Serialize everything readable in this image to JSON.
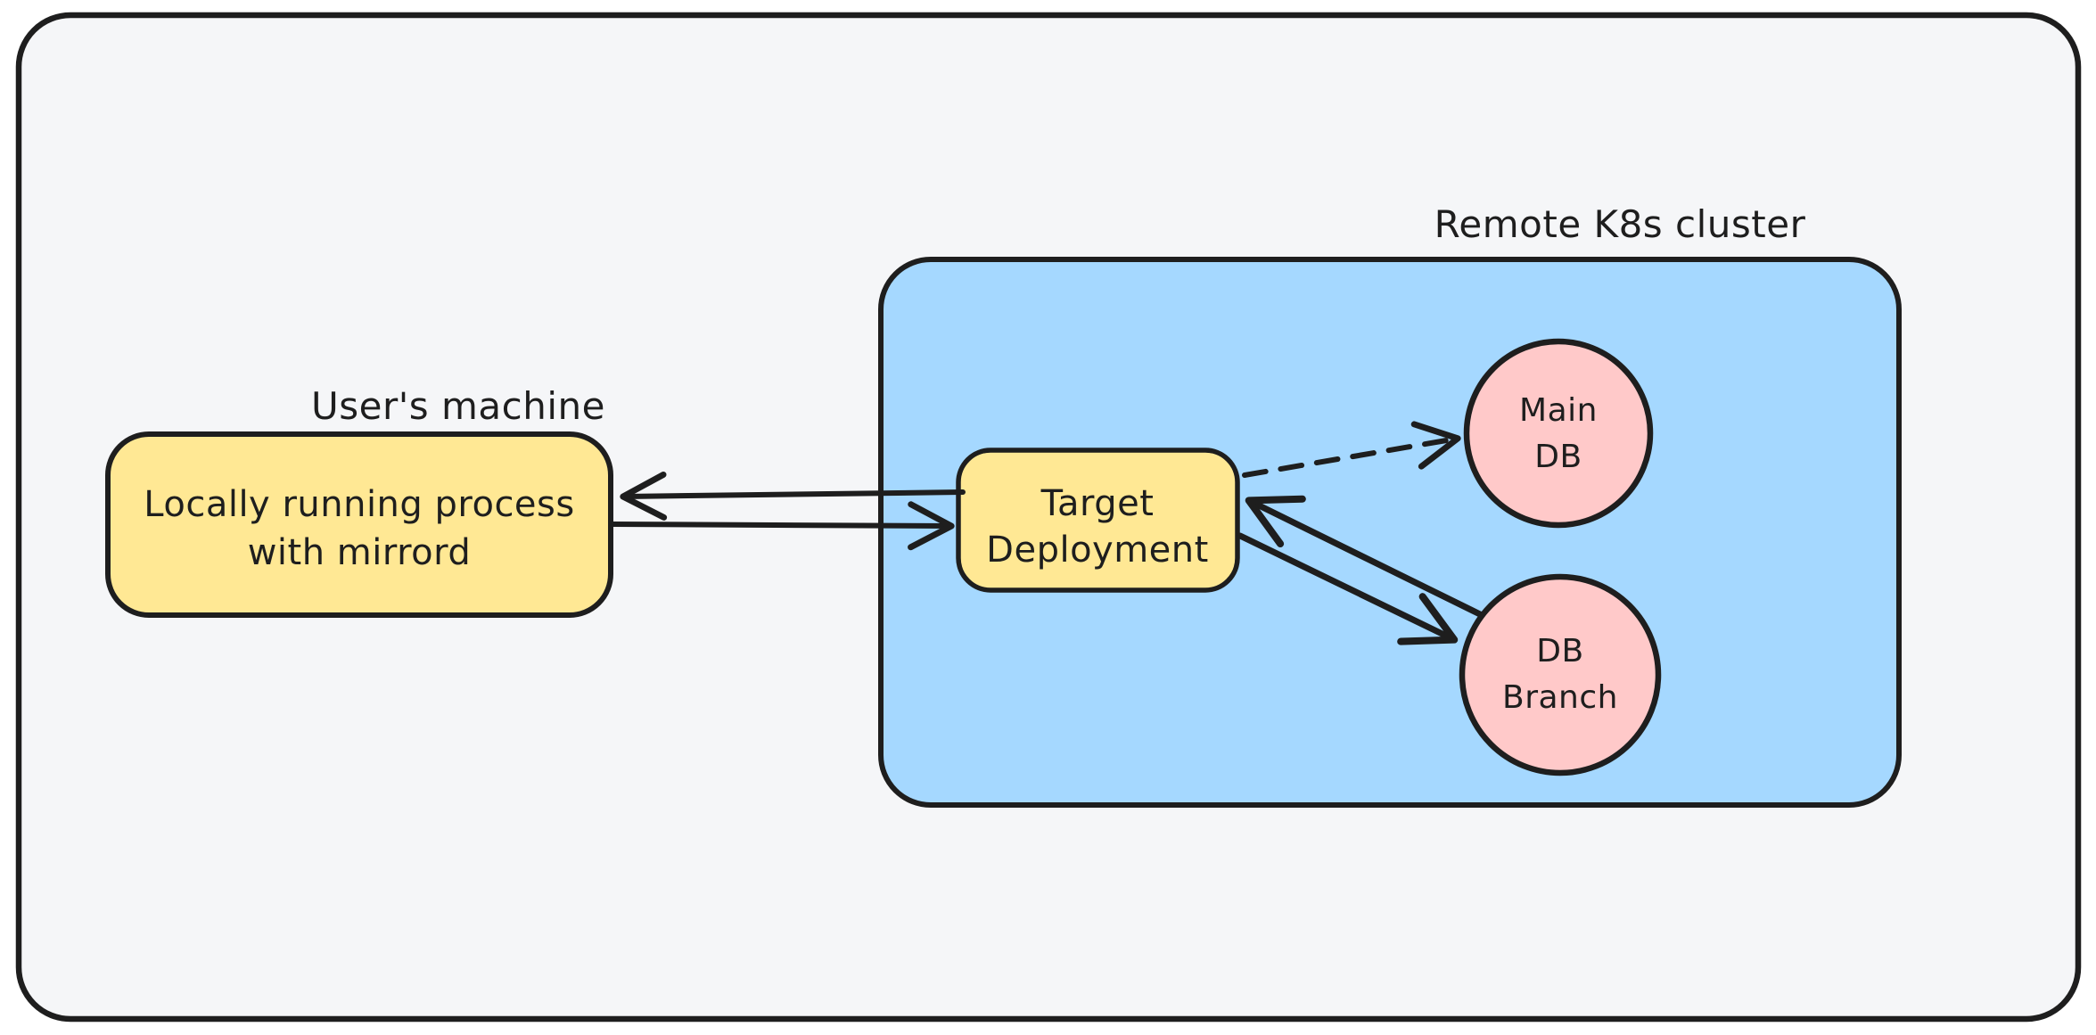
{
  "diagram": {
    "type": "architecture-sketch",
    "labels": {
      "users_machine": "User's machine",
      "remote_k8s_cluster": "Remote K8s cluster"
    },
    "nodes": {
      "local_process": {
        "line1": "Locally running process",
        "line2": "with mirrord",
        "shape": "rounded-rect",
        "fill": "#ffe894"
      },
      "target_deployment": {
        "line1": "Target",
        "line2": "Deployment",
        "shape": "rounded-rect",
        "fill": "#ffe894"
      },
      "main_db": {
        "line1": "Main",
        "line2": "DB",
        "shape": "circle",
        "fill": "#ffc9c9"
      },
      "db_branch": {
        "line1": "DB",
        "line2": "Branch",
        "shape": "circle",
        "fill": "#ffc9c9"
      }
    },
    "containers": {
      "outer_frame": {
        "fill": "#f5f6f8"
      },
      "remote_cluster_box": {
        "fill": "#a5d8ff"
      }
    },
    "connections": [
      {
        "from": "target_deployment",
        "to": "local_process",
        "style": "solid",
        "arrowhead": "open"
      },
      {
        "from": "local_process",
        "to": "target_deployment",
        "style": "solid",
        "arrowhead": "open"
      },
      {
        "from": "target_deployment",
        "to": "main_db",
        "style": "dashed",
        "arrowhead": "open"
      },
      {
        "from": "db_branch",
        "to": "target_deployment",
        "style": "solid",
        "arrowhead": "open"
      },
      {
        "from": "target_deployment",
        "to": "db_branch",
        "style": "solid",
        "arrowhead": "open"
      }
    ],
    "colors": {
      "stroke": "#1e1e1e",
      "canvas_fill": "#f5f6f8",
      "node_yellow": "#ffe894",
      "cluster_blue": "#a5d8ff",
      "db_pink": "#ffc9c9",
      "page_background": "#ffffff"
    }
  }
}
